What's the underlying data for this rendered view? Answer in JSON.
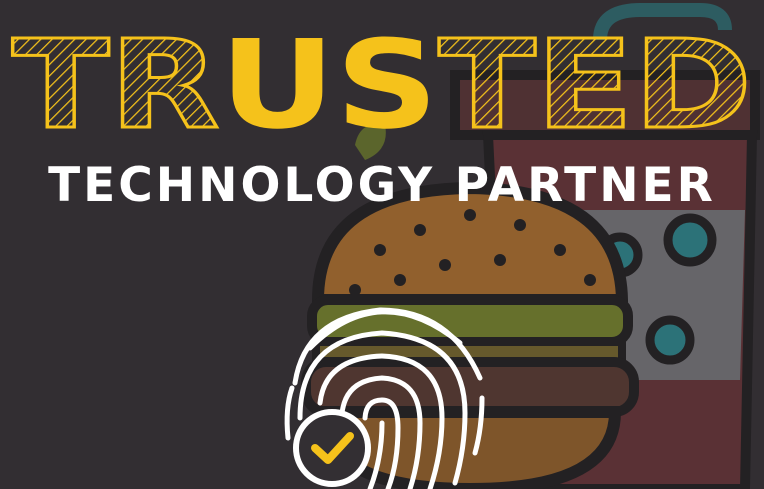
{
  "headline": {
    "outlined_left": "TR",
    "solid": "US",
    "outlined_right": "TED"
  },
  "subtitle": "TECHNOLOGY PARTNER",
  "colors": {
    "background": "#332f33",
    "accent_yellow": "#f5c21b",
    "white": "#ffffff"
  },
  "icons": [
    "burger-icon",
    "drink-cup-icon",
    "fingerprint-icon",
    "checkmark-icon"
  ]
}
